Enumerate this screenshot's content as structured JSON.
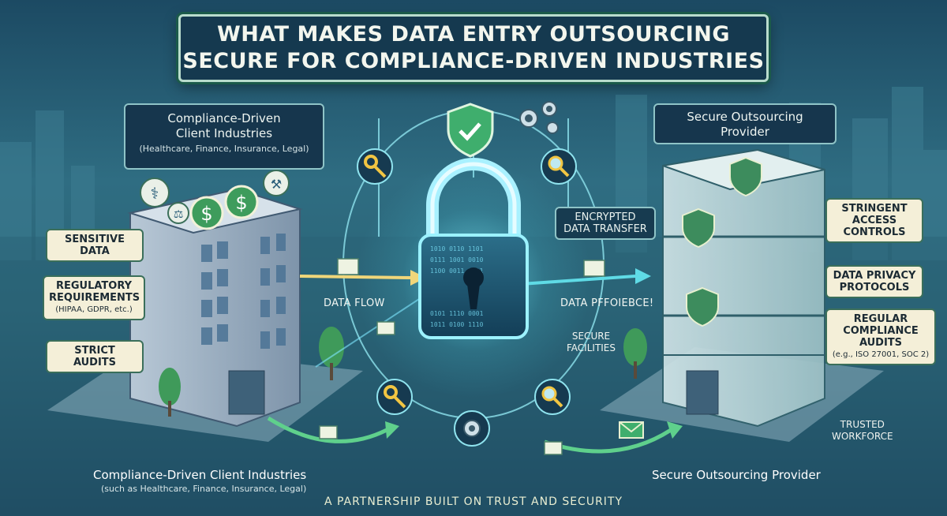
{
  "title": {
    "line1": "WHAT MAKES DATA ENTRY OUTSOURCING",
    "line2": "SECURE FOR COMPLIANCE-DRIVEN INDUSTRIES"
  },
  "client": {
    "heading_line1": "Compliance-Driven",
    "heading_line2": "Client Industries",
    "subheading": "(Healthcare, Finance, Insurance, Legal)",
    "tags": {
      "sensitive": "SENSITIVE DATA",
      "regulatory_line1": "REGULATORY",
      "regulatory_line2": "REQUIREMENTS",
      "regulatory_sub": "(HIPAA, GDPR, etc.)",
      "audits": "STRICT AUDITS"
    },
    "bottom_title": "Compliance-Driven Client Industries",
    "bottom_sub": "(such as Healthcare, Finance, Insurance, Legal)"
  },
  "provider": {
    "heading_line1": "Secure Outsourcing",
    "heading_line2": "Provider",
    "tags": {
      "access_line1": "STRINGENT",
      "access_line2": "ACCESS CONTROLS",
      "privacy_line1": "DATA PRIVACY",
      "privacy_line2": "PROTOCOLS",
      "audits_line1": "REGULAR",
      "audits_line2": "COMPLIANCE",
      "audits_line3": "AUDITS",
      "audits_sub": "(e.g., ISO 27001, SOC 2)",
      "workforce_line1": "TRUSTED",
      "workforce_line2": "WORKFORCE",
      "facilities_line1": "SECURE",
      "facilities_line2": "FACILITIES"
    },
    "bottom_title": "Secure Outsourcing Provider"
  },
  "center": {
    "encrypted_line1": "ENCRYPTED",
    "encrypted_line2": "DATA TRANSFER",
    "data_flow": "DATA FLOW",
    "data_right": "DATA PFFOIEBCE!"
  },
  "footer": "A PARTNERSHIP BUILT ON TRUST AND SECURITY",
  "colors": {
    "accent_green": "#4fc38a",
    "banner_bg": "#15394f",
    "glow_blue": "#7fe8ff",
    "tag_bg": "#f4efd8"
  }
}
